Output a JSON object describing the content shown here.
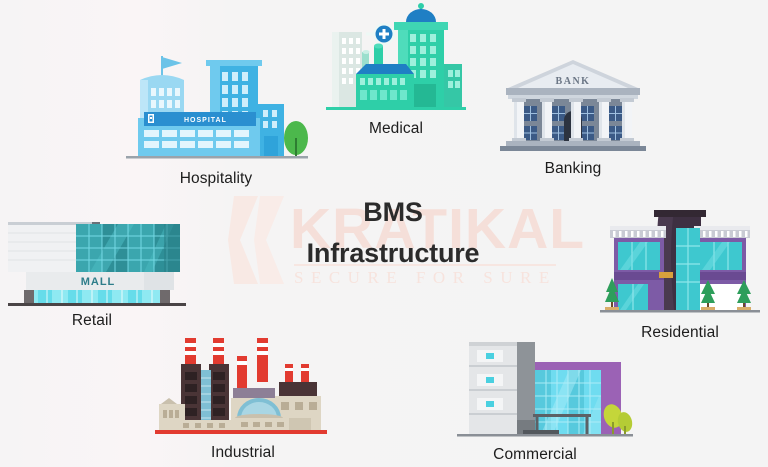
{
  "page": {
    "background_color": "#f5f4f4",
    "title_line_1": "BMS",
    "title_line_2": "Infrastructure",
    "title_color": "#2b2b2b"
  },
  "watermark": {
    "word": "KRATIKAL",
    "tagline": "SECURE FOR SURE",
    "word_color": "#f5dfd9",
    "tagline_color": "#f7e3dd",
    "mark_color": "#f7e2dc"
  },
  "nodes": [
    {
      "id": "hospitality",
      "label": "Hospitality",
      "icon": "hospital-buildings-icon",
      "sign_text": "HOSPITAL",
      "primary_color": "#3aa7d8",
      "secondary_color": "#8fd3f0"
    },
    {
      "id": "medical",
      "label": "Medical",
      "icon": "medical-buildings-icon",
      "primary_color": "#2ecfa8",
      "secondary_color": "#1f7fc4"
    },
    {
      "id": "banking",
      "label": "Banking",
      "icon": "bank-building-icon",
      "sign_text": "BANK",
      "primary_color": "#8a97a8",
      "secondary_color": "#e8eaee"
    },
    {
      "id": "retail",
      "label": "Retail",
      "icon": "shopping-mall-icon",
      "sign_text": "MALL",
      "primary_color": "#2e8f97",
      "secondary_color": "#7fe3ef"
    },
    {
      "id": "residential",
      "label": "Residential",
      "icon": "residential-house-icon",
      "primary_color": "#7d5ba6",
      "secondary_color": "#3ec8cf"
    },
    {
      "id": "industrial",
      "label": "Industrial",
      "icon": "factory-icon",
      "primary_color": "#e23b30",
      "secondary_color": "#4a3436"
    },
    {
      "id": "commercial",
      "label": "Commercial",
      "icon": "commercial-building-icon",
      "primary_color": "#9b62b5",
      "secondary_color": "#6fdcf0"
    }
  ]
}
